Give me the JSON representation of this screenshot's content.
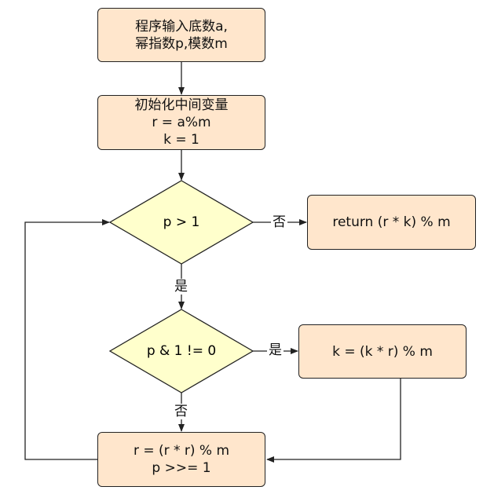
{
  "colors": {
    "process_fill": "#ffe6cc",
    "decision_fill": "#ffffcc",
    "stroke": "#222222"
  },
  "nodes": {
    "input": {
      "line1": "程序输入底数a,",
      "line2": "幂指数p,模数m"
    },
    "init": {
      "line1": "初始化中间变量",
      "line2": "r = a%m",
      "line3": "k = 1"
    },
    "cond_p_gt_1": {
      "text": "p > 1"
    },
    "return_box": {
      "text": "return (r * k) % m"
    },
    "cond_p_odd": {
      "text": "p & 1 != 0"
    },
    "update_k": {
      "text": "k = (k * r) % m"
    },
    "update_r": {
      "line1": "r = (r * r) % m",
      "line2": "p >>= 1"
    }
  },
  "edges": {
    "gt1_no": "否",
    "gt1_yes": "是",
    "odd_yes": "是",
    "odd_no": "否"
  }
}
